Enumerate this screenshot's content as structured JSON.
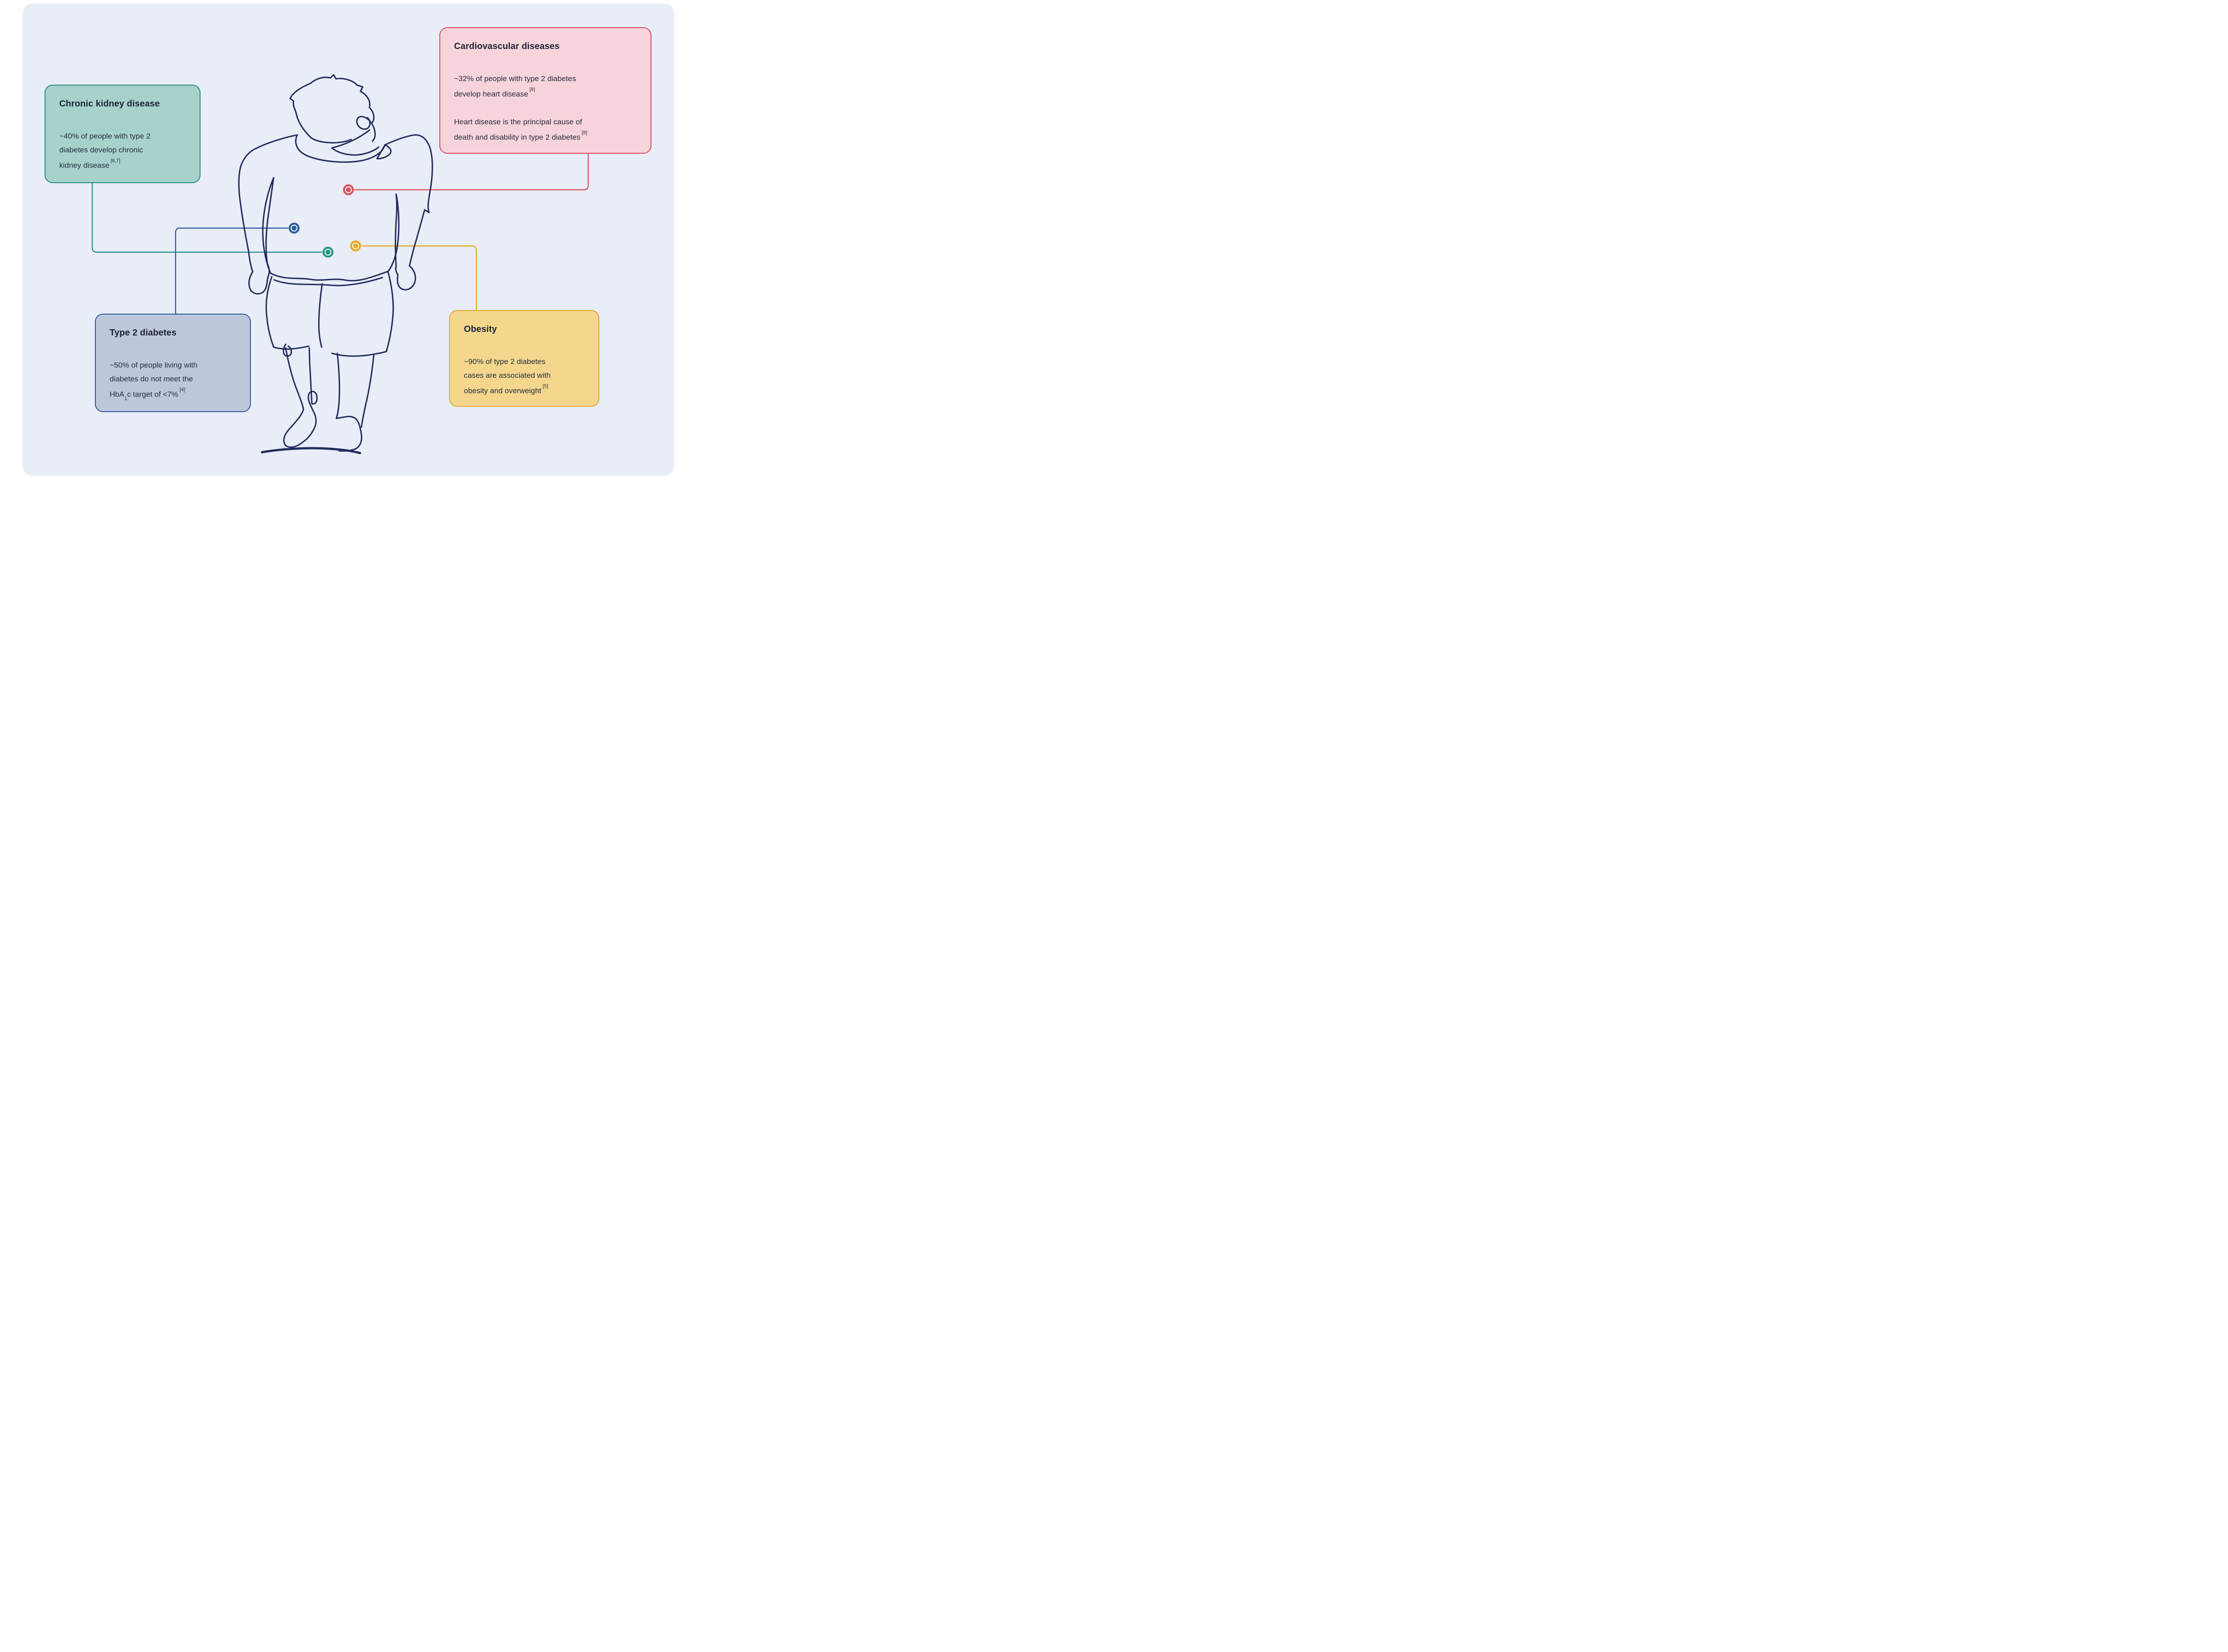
{
  "theme": {
    "page-bg": "#ffffff",
    "canvas-bg": "#e8edf8",
    "figure-line": "#232a5c",
    "title-color": "#1d2335",
    "body-color": "#262c3e",
    "kidney-fill": "#a7d2cb",
    "kidney-border": "#27897f",
    "cardio-fill": "#f7d4db",
    "cardio-border": "#d8495e",
    "diabetes-fill": "#bcc7da",
    "diabetes-border": "#2c5795",
    "obesity-fill": "#f4d78d",
    "obesity-border": "#dfa32a",
    "dot-red": "#d9545f",
    "dot-blue": "#2d5f9e",
    "dot-teal": "#279486",
    "dot-yellow": "#e9a821"
  },
  "callouts": {
    "kidney": {
      "title": "Chronic kidney disease",
      "line1": "~40% of people with type 2",
      "line2": "diabetes develop chronic",
      "line3": "kidney disease",
      "ref": "[6,7]"
    },
    "cardio": {
      "title": "Cardiovascular diseases",
      "p1_line1": "~32% of people with type 2 diabetes",
      "p1_line2": "develop heart disease",
      "p1_ref": "[9]",
      "p2_line1": "Heart disease is the principal cause of",
      "p2_line2": "death and disability in type 2 diabetes",
      "p2_ref": "[8]"
    },
    "diabetes": {
      "title": "Type 2 diabetes",
      "line1": "~50% of people living with",
      "line2": "diabetes do not meet the",
      "line3_before_sub": "HbA",
      "line3_sub": "1",
      "line3_after_sub": "c target of <7%",
      "ref": "[4]"
    },
    "obesity": {
      "title": "Obesity",
      "line1": "~90% of type 2 diabetes",
      "line2": "cases are associated with",
      "line3": "obesity and overweight",
      "ref": "[5]"
    }
  }
}
